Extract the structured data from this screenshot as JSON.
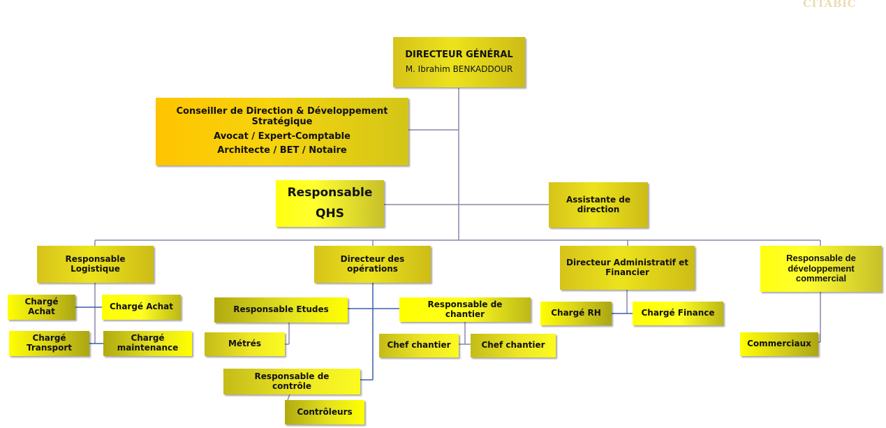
{
  "logo": "CITABIC",
  "nodes": {
    "dg_title": "DIRECTEUR GÉNÉRAL",
    "dg_name": "M. Ibrahim BENKADDOUR",
    "conseil_line1": "Conseiller de Direction & Développement Stratégique",
    "conseil_line2": "Avocat / Expert-Comptable",
    "conseil_line3": "Architecte / BET / Notaire",
    "qhs_line1": "Responsable",
    "qhs_line2": "QHS",
    "assistante": "Assistante de direction",
    "resp_logistique": "Responsable Logistique",
    "dir_operations": "Directeur des opérations",
    "dir_admin": "Directeur Administratif et Financier",
    "resp_dev": "Responsable de développement commercial",
    "charge_achat_1": "Chargé Achat",
    "charge_achat_2": "Chargé Achat",
    "charge_transport": "Chargé Transport",
    "charge_maintenance": "Chargé maintenance",
    "resp_etudes": "Responsable Etudes",
    "metres": "Métrés",
    "resp_chantier": "Responsable de chantier",
    "chef_chantier_1": "Chef chantier",
    "chef_chantier_2": "Chef chantier",
    "resp_controle": "Responsable de contrôle",
    "controleurs": "Contrôleurs",
    "charge_rh": "Chargé RH",
    "charge_finance": "Chargé Finance",
    "commerciaux": "Commerciaux"
  },
  "colors": {
    "connector": "#8a86a8",
    "connector_blue": "#3d5cad",
    "box_yellow": "#f2e81c",
    "box_olive": "#c6bd17",
    "box_orange": "#ffc400"
  }
}
